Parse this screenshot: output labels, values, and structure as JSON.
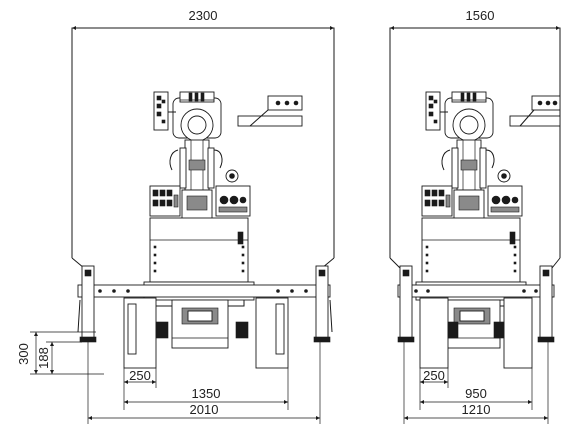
{
  "drawing_left": {
    "width_top": "2300",
    "dim_300": "300",
    "dim_188": "188",
    "dim_250": "250",
    "dim_1350": "1350",
    "dim_2010": "2010"
  },
  "drawing_right": {
    "width_top": "1560",
    "dim_250": "250",
    "dim_950": "950",
    "dim_1210": "1210"
  }
}
